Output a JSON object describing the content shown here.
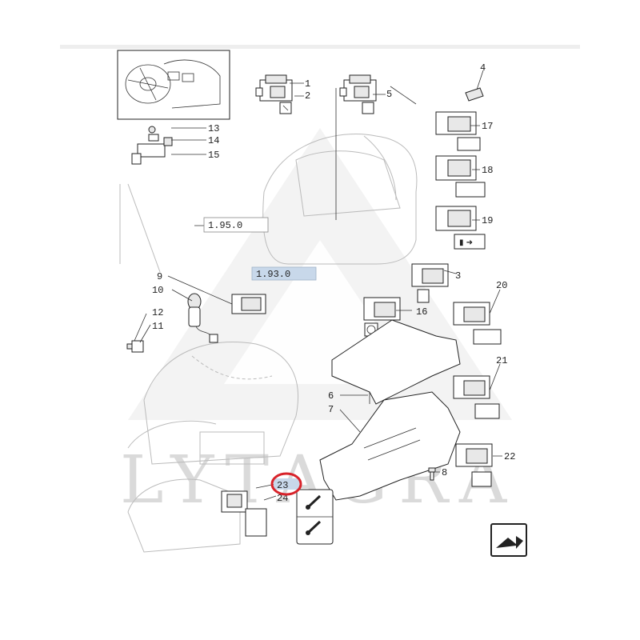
{
  "watermark": "LYTAGRA",
  "colors": {
    "highlight_box": "#c8d8ea",
    "callout_circle": "#d8232a",
    "watermark": "#dadada",
    "line": "#333333"
  },
  "refs": {
    "r195": "1.95.0",
    "r193": "1.93.0"
  },
  "labels": {
    "l1": "1",
    "l2": "2",
    "l3": "3",
    "l4": "4",
    "l5": "5",
    "l6": "6",
    "l7": "7",
    "l8": "8",
    "l9": "9",
    "l10": "10",
    "l11": "11",
    "l12": "12",
    "l13": "13",
    "l14": "14",
    "l15": "15",
    "l16": "16",
    "l17": "17",
    "l18": "18",
    "l19": "19",
    "l20": "20",
    "l21": "21",
    "l22": "22",
    "l23": "23",
    "l24": "24"
  },
  "icons": {
    "nav_next": "arrow-right-icon",
    "symbol_box": "pin-lever-symbol-icon"
  }
}
